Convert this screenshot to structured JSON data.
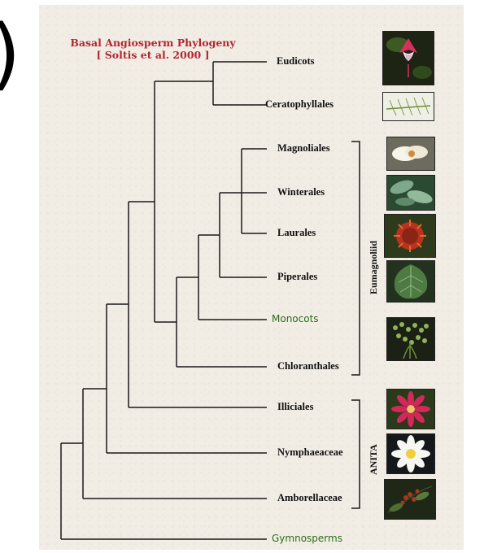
{
  "title": {
    "line1": "Basal Angiosperm Phylogeny",
    "line2": "[ Soltis et al. 2000 ]"
  },
  "left_glyph": ")",
  "taxa": {
    "eudicots": "Eudicots",
    "ceratophyllales": "Ceratophyllales",
    "magnoliales": "Magnoliales",
    "winterales": "Winterales",
    "laurales": "Laurales",
    "piperales": "Piperales",
    "monocots": "Monocots",
    "chloranthales": "Chloranthales",
    "illiciales": "Illiciales",
    "nymphaeaceae": "Nymphaeaceae",
    "amborellaceae": "Amborellaceae",
    "gymnosperms": "Gymnosperms"
  },
  "groups": {
    "eumagnoliid": "Eumagnoliid",
    "anita": "ANITA"
  },
  "photos": [
    "fuchsia-flower-photo",
    "ceratophyllum-sprig-photo",
    "magnolia-flower-photo",
    "winteraceae-leaves-photo",
    "laurales-flower-photo",
    "piper-leaf-photo",
    "monocot-plant-photo",
    "illicium-flower-photo",
    "water-lily-photo",
    "amborella-berries-photo"
  ],
  "colors": {
    "title": "#b3262e",
    "monocots_label": "#2f6b1c",
    "gymnosperms_label": "#2f6b1c",
    "branch_lines": "#1a1a1a",
    "background": "#f1ede5"
  }
}
